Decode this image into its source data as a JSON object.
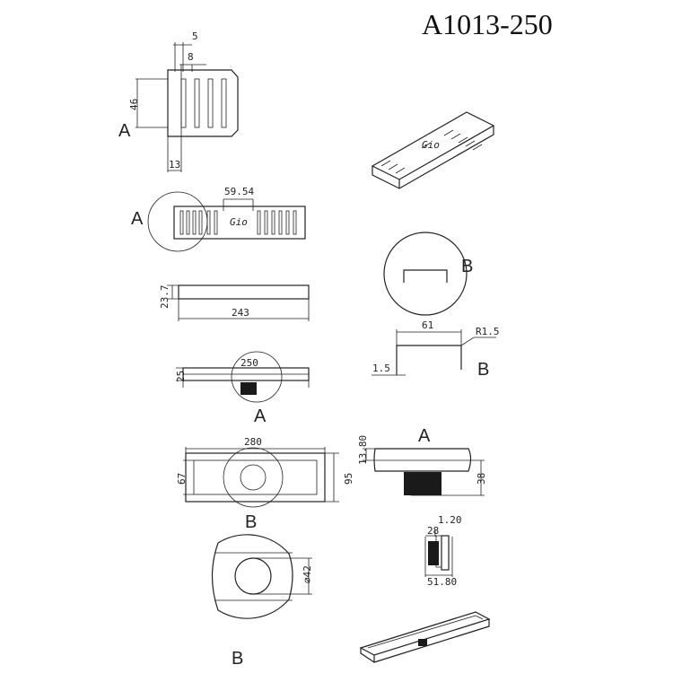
{
  "title": "A1013-250",
  "section_labels": {
    "a": "A",
    "b": "B"
  },
  "dimensions": {
    "slot_width": "5",
    "slot_pitch": "8",
    "grate_width": "46",
    "edge_margin": "13",
    "logo_gap": "59.54",
    "grate_height": "23.7",
    "grate_length": "243",
    "channel_width": "61",
    "corner_radius": "R1.5",
    "wall_thickness": "1.5",
    "body_height": "25",
    "body_length": "250",
    "frame_length": "280",
    "inner_width": "67",
    "outer_width": "95",
    "flange_height": "13.80",
    "total_height": "38",
    "outlet_diameter": "⌀42",
    "sheet_thickness": "1.20",
    "outlet_depth": "28",
    "outlet_height": "51.80"
  },
  "logo_text": "Gio"
}
